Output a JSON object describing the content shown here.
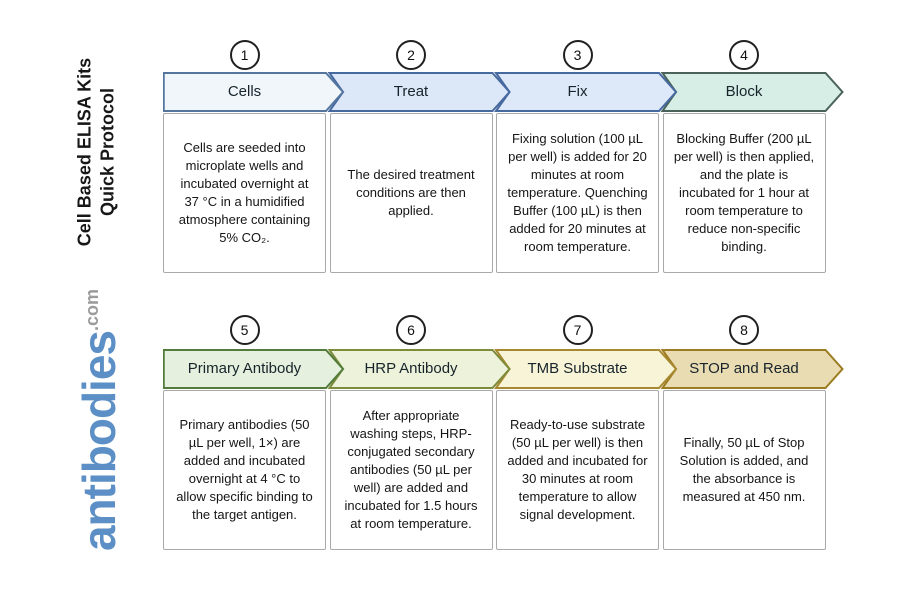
{
  "branding": {
    "title_line1": "Cell Based ELISA Kits",
    "title_line2": "Quick Protocol",
    "logo_main": "antibodies",
    "logo_suffix": ".com",
    "logo_main_color": "#5b8fc5",
    "logo_suffix_color": "#9b9b9b"
  },
  "steps": [
    {
      "number": "1",
      "label": "Cells",
      "description": "Cells are seeded into microplate wells and incubated overnight at 37 °C in a humidified atmosphere containing 5% CO₂.",
      "fill": "#f1f6fa",
      "border": "#54769e"
    },
    {
      "number": "2",
      "label": "Treat",
      "description": "The desired treatment conditions are then applied.",
      "fill": "#dce7f8",
      "border": "#46699f"
    },
    {
      "number": "3",
      "label": "Fix",
      "description": "Fixing solution (100 µL per well) is added for 20 minutes at room temperature. Quenching Buffer (100 µL) is then added for 20 minutes at room temperature.",
      "fill": "#dde8f8",
      "border": "#46699f"
    },
    {
      "number": "4",
      "label": "Block",
      "description": "Blocking Buffer (200 µL per well) is then applied, and the plate is incubated for 1 hour at room temperature to reduce non-specific binding.",
      "fill": "#d6eee6",
      "border": "#4a635a"
    },
    {
      "number": "5",
      "label": "Primary Antibody",
      "description": "Primary antibodies (50 µL per well, 1×) are added and incubated overnight at 4 °C to allow specific binding to the target antigen.",
      "fill": "#e5f1de",
      "border": "#537c3c"
    },
    {
      "number": "6",
      "label": "HRP Antibody",
      "description": "After appropriate washing steps, HRP-conjugated secondary antibodies (50 µL per well) are added and incubated for 1.5 hours at room temperature.",
      "fill": "#ecf3da",
      "border": "#7d8c3b"
    },
    {
      "number": "7",
      "label": "TMB Substrate",
      "description": "Ready-to-use substrate (50 µL per well) is then added and incubated for 30 minutes at room temperature to allow signal development.",
      "fill": "#f8f4d8",
      "border": "#a8882e"
    },
    {
      "number": "8",
      "label": "STOP and Read",
      "description": "Finally, 50 µL of Stop Solution is added, and the absorbance is measured at 450 nm.",
      "fill": "#eadcb2",
      "border": "#9c7c22"
    }
  ]
}
